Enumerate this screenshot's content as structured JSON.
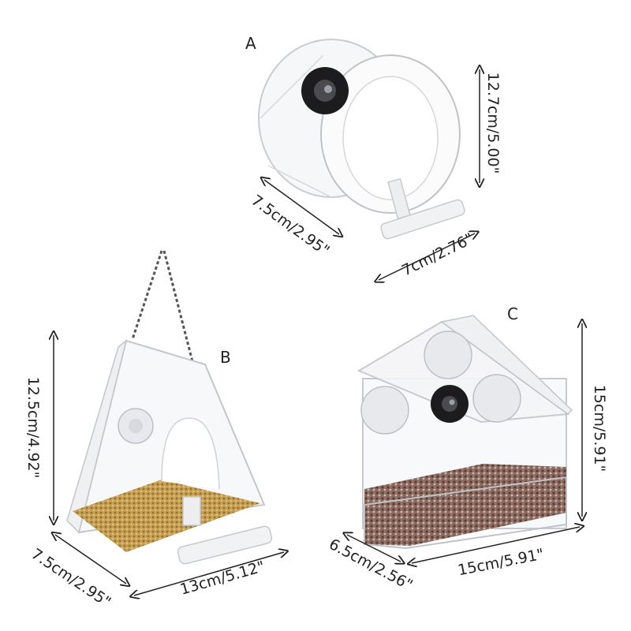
{
  "products": {
    "a": {
      "letter": "A",
      "height": "12.7cm/5.00\"",
      "depth": "7.5cm/2.95\"",
      "width": "7cm/2.76\""
    },
    "b": {
      "letter": "B",
      "height": "12.5cm/4.92\"",
      "depth": "7.5cm/2.95\"",
      "width": "13cm/5.12\""
    },
    "c": {
      "letter": "C",
      "height": "15cm/5.91\"",
      "depth": "6.5cm/2.56\"",
      "width": "15cm/5.91\""
    }
  },
  "colors": {
    "background": "#ffffff",
    "acrylic_edge": "#c9ccd1",
    "suction_cup": "#e7e9ec",
    "camera": "#1c1c1e",
    "seed_b": "#b08a3c",
    "seed_c": "#7d5a4e",
    "chain": "#555555",
    "dimension_line": "#222222"
  }
}
